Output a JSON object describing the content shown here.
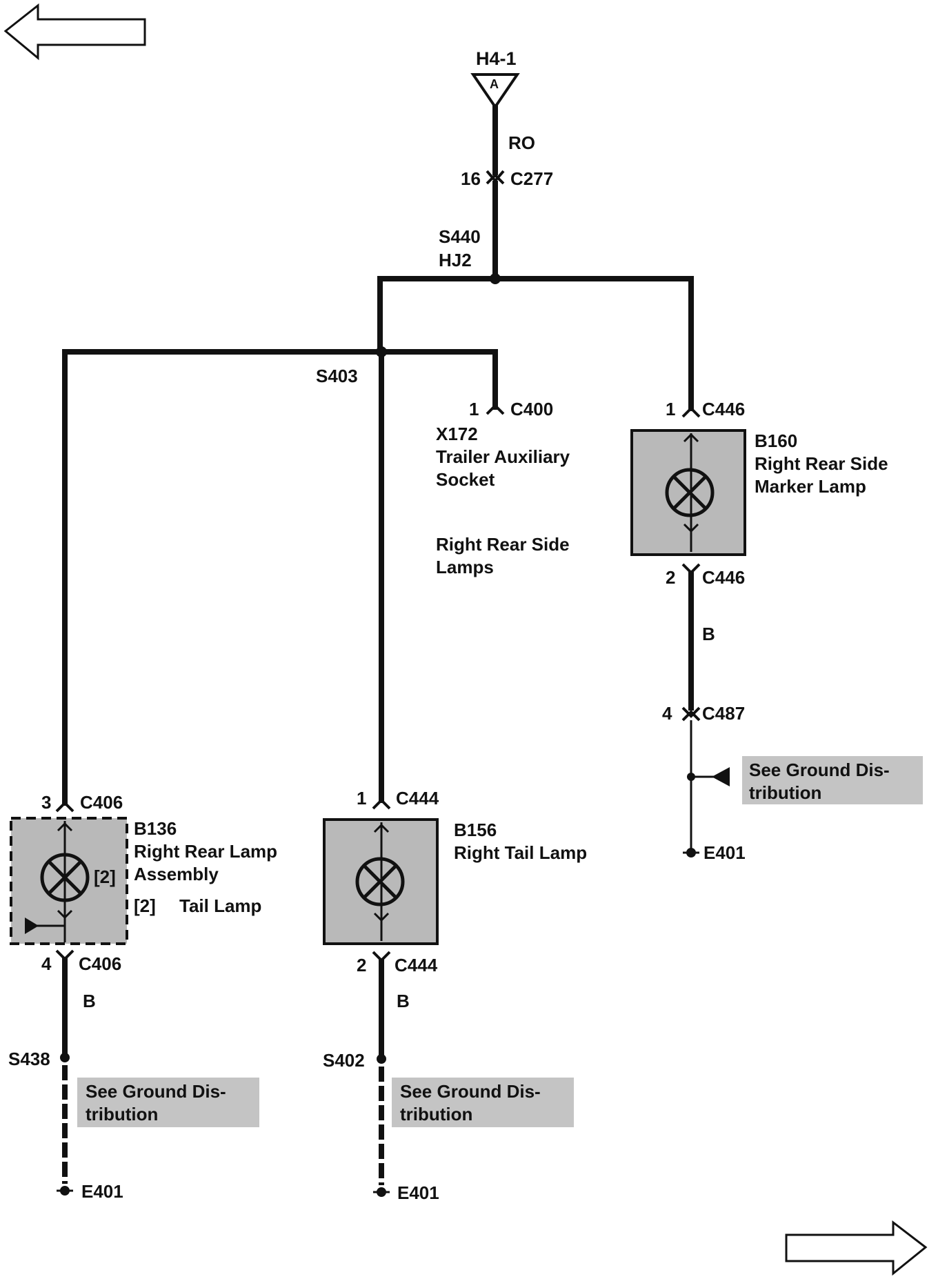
{
  "nav": {
    "previous_icon": "left-arrow-icon",
    "next_icon": "right-arrow-icon"
  },
  "source": {
    "connector": "H4-1",
    "pin": "A",
    "wire_color": "RO"
  },
  "connectors": {
    "c277": {
      "pin": "16",
      "name": "C277"
    },
    "c400": {
      "pin": "1",
      "name": "C400"
    },
    "c446_top": {
      "pin": "1",
      "name": "C446"
    },
    "c446_bottom": {
      "pin": "2",
      "name": "C446"
    },
    "c487": {
      "pin": "4",
      "name": "C487"
    },
    "c406_top": {
      "pin": "3",
      "name": "C406"
    },
    "c406_bottom": {
      "pin": "4",
      "name": "C406"
    },
    "c444_top": {
      "pin": "1",
      "name": "C444"
    },
    "c444_bottom": {
      "pin": "2",
      "name": "C444"
    }
  },
  "splices": {
    "s440": {
      "name": "S440",
      "sub": "HJ2"
    },
    "s403": "S403",
    "s438": "S438",
    "s402": "S402"
  },
  "components": {
    "x172": {
      "id": "X172",
      "line1": "Trailer Auxiliary",
      "line2": "Socket"
    },
    "b160": {
      "id": "B160",
      "line1": "Right Rear Side",
      "line2": "Marker Lamp"
    },
    "b136": {
      "id": "B136",
      "line1": "Right Rear Lamp",
      "line2": "Assembly",
      "ref": "[2]",
      "legend_ref": "[2]",
      "legend_text": "Tail Lamp"
    },
    "b156": {
      "id": "B156",
      "line1": "Right Tail Lamp"
    }
  },
  "circuit_title": {
    "line1": "Right Rear Side",
    "line2": "Lamps"
  },
  "wire_colors": {
    "ground": "B"
  },
  "notes": {
    "ground_distribution": {
      "line1": "See Ground Dis-",
      "line2": "tribution"
    }
  },
  "grounds": {
    "e401": "E401"
  },
  "colors": {
    "wire": "#111111",
    "component_fill": "#b9b9b9",
    "note_fill": "#c4c4c4"
  }
}
